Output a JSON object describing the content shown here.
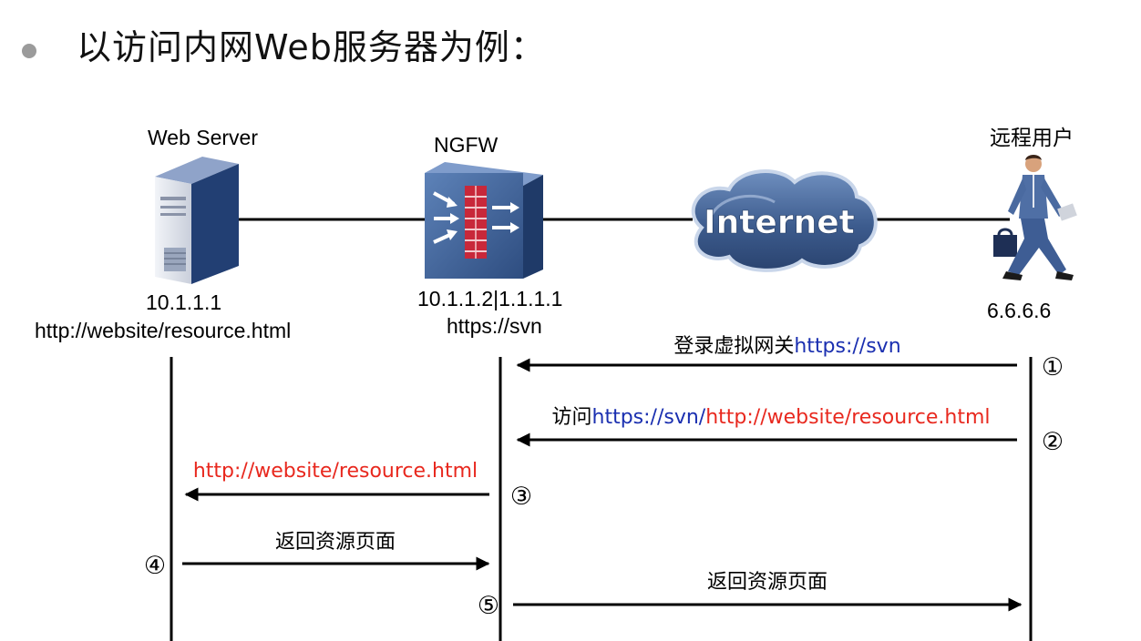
{
  "title": "以访问内网Web服务器为例：",
  "nodes": {
    "web_server": {
      "name": "Web Server",
      "ip": "10.1.1.1",
      "url": "http://website/resource.html"
    },
    "ngfw": {
      "name": "NGFW",
      "ip": "10.1.1.2|1.1.1.1",
      "url": "https://svn"
    },
    "internet": {
      "name": "Internet"
    },
    "remote_user": {
      "name": "远程用户",
      "ip": "6.6.6.6"
    }
  },
  "messages": [
    {
      "step": "①",
      "parts": [
        {
          "text": "登录虚拟网关",
          "color": "#000000"
        },
        {
          "text": "https://svn",
          "color": "#1a2fb0"
        }
      ]
    },
    {
      "step": "②",
      "parts": [
        {
          "text": "访问",
          "color": "#000000"
        },
        {
          "text": "https://svn/",
          "color": "#1a2fb0"
        },
        {
          "text": "http://website/resource.html",
          "color": "#e8281e"
        }
      ]
    },
    {
      "step": "③",
      "parts": [
        {
          "text": "http://website/resource.html",
          "color": "#e8281e"
        }
      ]
    },
    {
      "step": "④",
      "parts": [
        {
          "text": "返回资源页面",
          "color": "#000000"
        }
      ]
    },
    {
      "step": "⑤",
      "parts": [
        {
          "text": "返回资源页面",
          "color": "#000000"
        }
      ]
    }
  ],
  "colors": {
    "red_text": "#e8281e",
    "blue_text": "#1a2fb0",
    "cloud": "#3f5f8f",
    "firewall": "#40659b"
  }
}
